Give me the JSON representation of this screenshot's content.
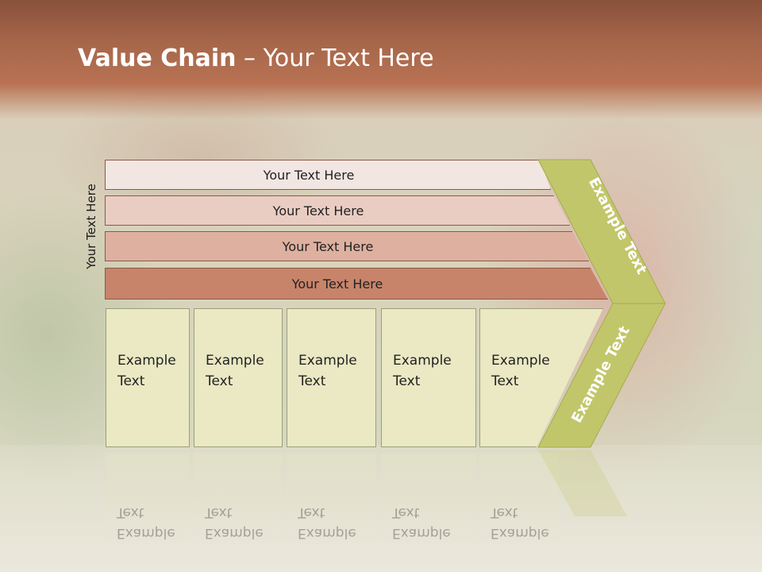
{
  "title": {
    "bold": "Value Chain",
    "rest": " – Your Text Here"
  },
  "side_label": "Your Text Here",
  "bars": [
    "Your Text Here",
    "Your Text Here",
    "Your Text Here",
    "Your Text Here"
  ],
  "columns": [
    {
      "line1": "Example",
      "line2": "Text"
    },
    {
      "line1": "Example",
      "line2": "Text"
    },
    {
      "line1": "Example",
      "line2": "Text"
    },
    {
      "line1": "Example",
      "line2": "Text"
    },
    {
      "line1": "Example",
      "line2": "Text"
    }
  ],
  "arrow": {
    "upper": "Example Text",
    "lower": "Example Text"
  },
  "colors": {
    "header": "#a6664a",
    "bar1": "#f2e6e2",
    "bar2": "#e9cdc3",
    "bar3": "#deb09f",
    "bar4": "#c8846a",
    "column": "#eae9c4",
    "arrow": "#c2c66a"
  }
}
